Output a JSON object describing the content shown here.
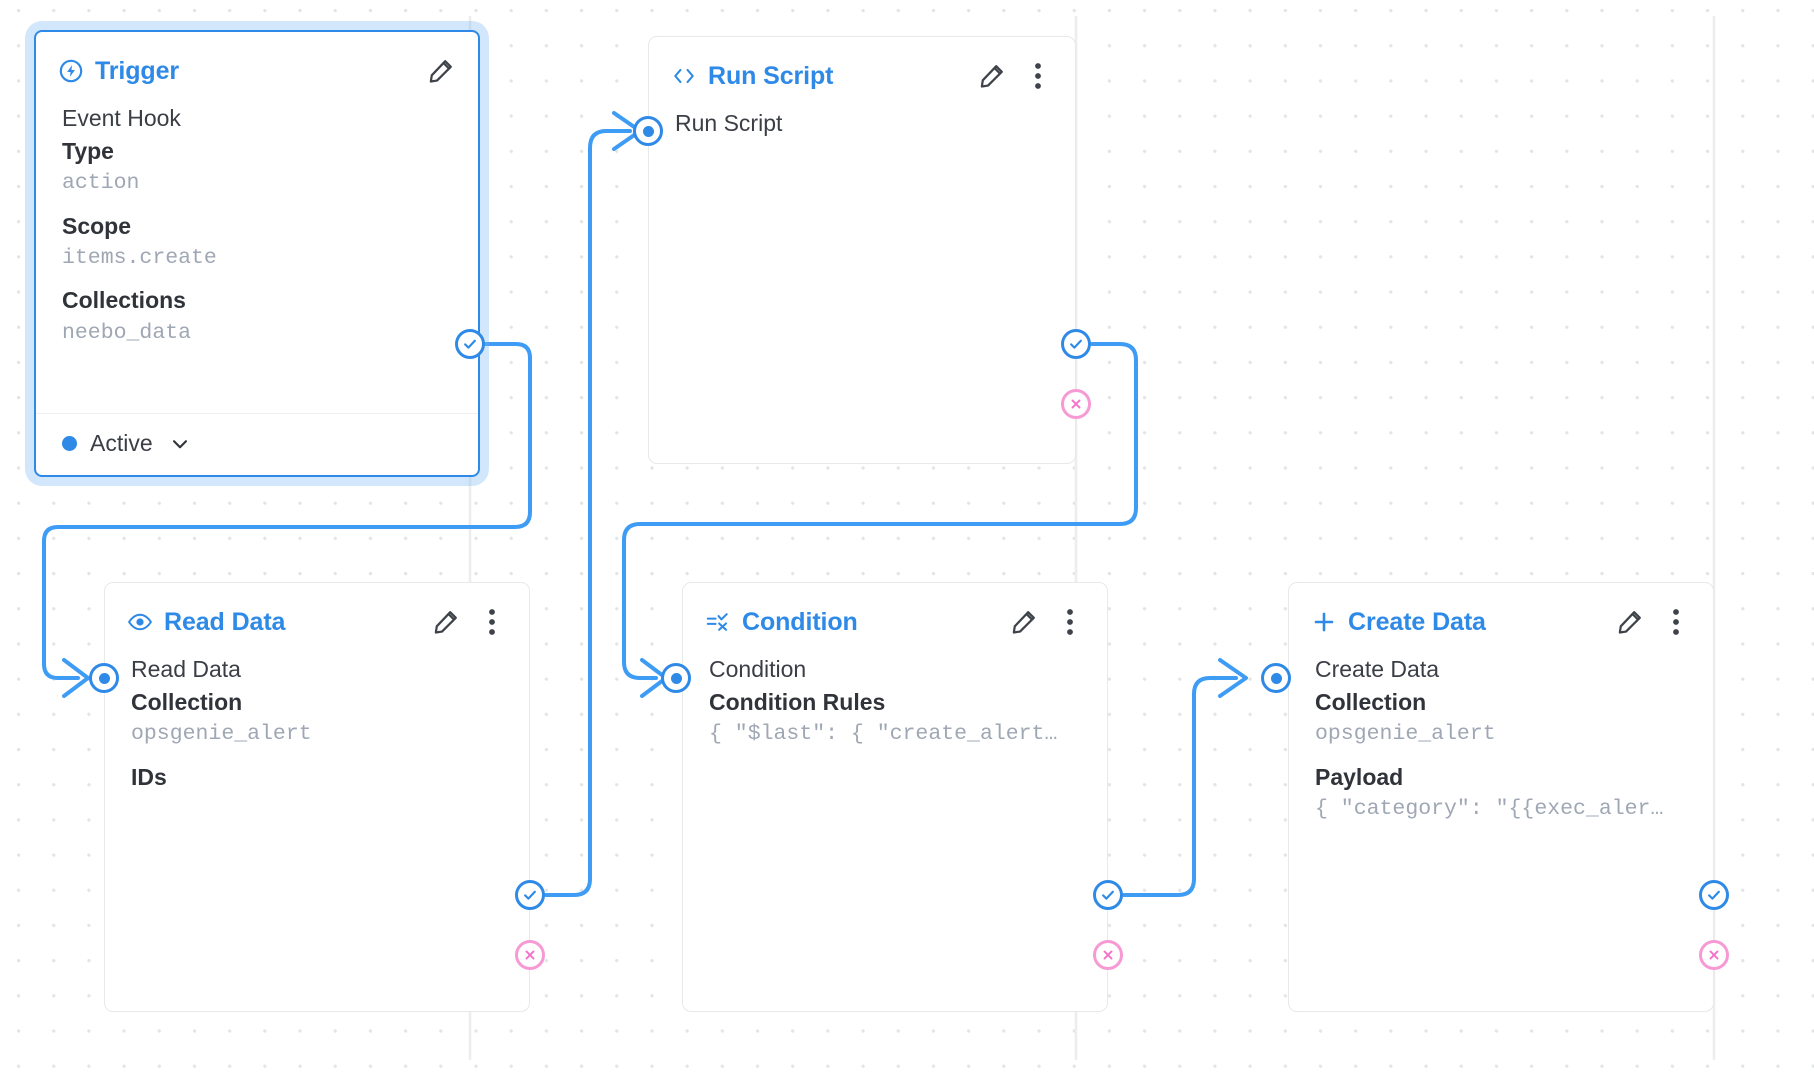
{
  "canvas": {
    "background_color": "#ffffff",
    "grid_dot_color": "#e3e4e6",
    "accent_color": "#2e8ae6",
    "edge_color": "#3f9cf4",
    "reject_color": "#f79ad3",
    "mono_value_color": "#9fa7b4"
  },
  "nodes": [
    {
      "key": "trigger",
      "title": "Trigger",
      "icon": "bolt-circle-icon",
      "selected": true,
      "fields": [
        {
          "label": "Event Hook",
          "bold": false,
          "value": null
        },
        {
          "label": "Type",
          "bold": true,
          "value": "action"
        },
        {
          "label": "Scope",
          "bold": true,
          "value": "items.create"
        },
        {
          "label": "Collections",
          "bold": true,
          "value": "neebo_data"
        }
      ],
      "footer": {
        "status_label": "Active",
        "status_color": "#2e8ae6"
      },
      "has_edit": true,
      "has_menu": false
    },
    {
      "key": "run_script",
      "title": "Run Script",
      "icon": "code-brackets-icon",
      "selected": false,
      "fields": [
        {
          "label": "Run Script",
          "bold": false,
          "value": null
        }
      ],
      "has_edit": true,
      "has_menu": true
    },
    {
      "key": "read_data",
      "title": "Read Data",
      "icon": "eye-icon",
      "selected": false,
      "fields": [
        {
          "label": "Read Data",
          "bold": false,
          "value": null
        },
        {
          "label": "Collection",
          "bold": true,
          "value": "opsgenie_alert"
        },
        {
          "label": "IDs",
          "bold": true,
          "value": null
        }
      ],
      "has_edit": true,
      "has_menu": true
    },
    {
      "key": "condition",
      "title": "Condition",
      "icon": "condition-filter-icon",
      "selected": false,
      "fields": [
        {
          "label": "Condition",
          "bold": false,
          "value": null
        },
        {
          "label": "Condition Rules",
          "bold": true,
          "value": "{ \"$last\": { \"create_alert…"
        }
      ],
      "has_edit": true,
      "has_menu": true
    },
    {
      "key": "create_data",
      "title": "Create Data",
      "icon": "plus-icon",
      "selected": false,
      "fields": [
        {
          "label": "Create Data",
          "bold": false,
          "value": null
        },
        {
          "label": "Collection",
          "bold": true,
          "value": "opsgenie_alert"
        },
        {
          "label": "Payload",
          "bold": true,
          "value": "{ \"category\": \"{{exec_aler…"
        }
      ],
      "has_edit": true,
      "has_menu": true
    }
  ],
  "handles": {
    "input_name": "input-handle",
    "resolve_name": "resolve-handle",
    "reject_name": "reject-handle"
  },
  "icons": {
    "edit": "pencil-icon",
    "menu": "more-vertical-icon",
    "chevron": "chevron-down-icon"
  }
}
